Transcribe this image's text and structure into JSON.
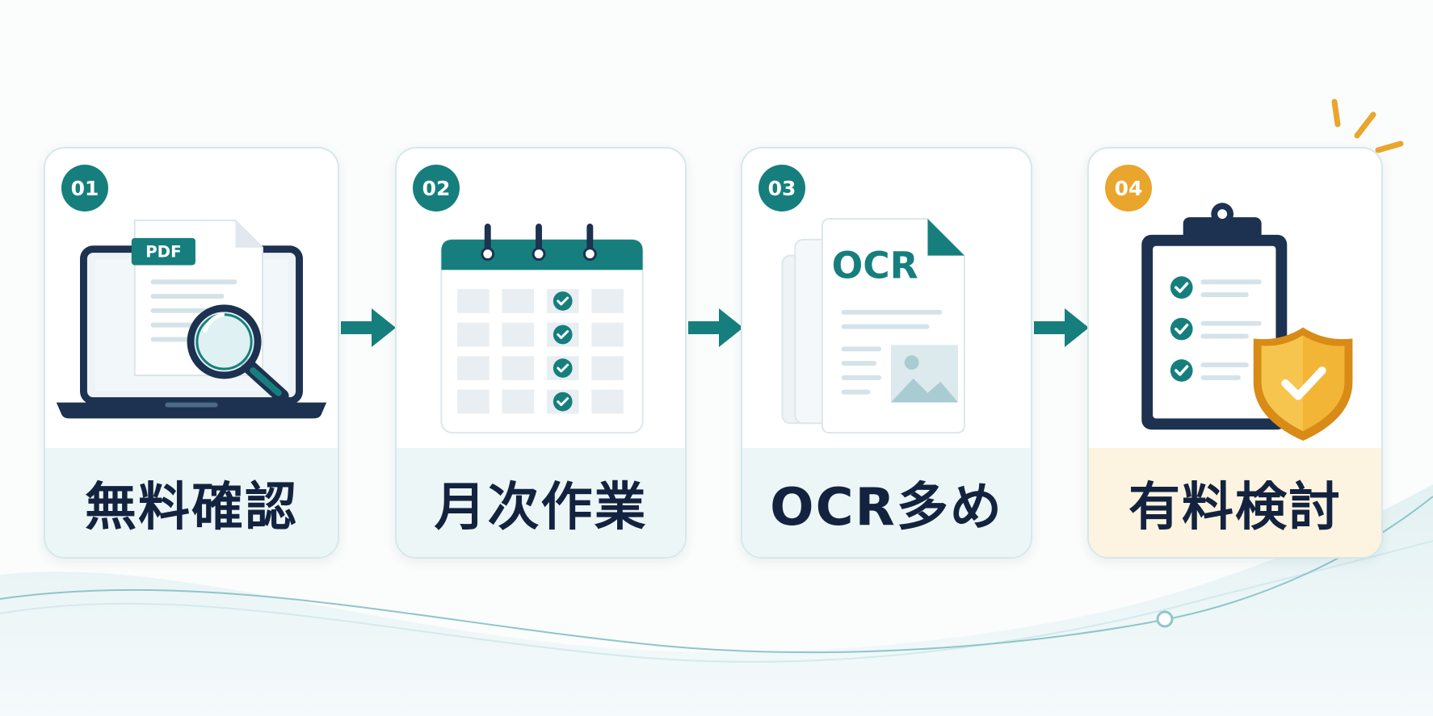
{
  "steps": [
    {
      "number": "01",
      "label": "無料確認",
      "icon": "laptop-pdf-search-icon",
      "pdf_tag": "PDF"
    },
    {
      "number": "02",
      "label": "月次作業",
      "icon": "calendar-checklist-icon"
    },
    {
      "number": "03",
      "label": "OCR多め",
      "icon": "ocr-document-stack-icon",
      "doc_text": "OCR"
    },
    {
      "number": "04",
      "label": "有料検討",
      "icon": "clipboard-shield-icon"
    }
  ],
  "colors": {
    "teal": "#167f7d",
    "navy": "#13233f",
    "gold": "#eaa52c",
    "teal_light": "#ecf6f7",
    "gold_light": "#fcf3e0"
  }
}
